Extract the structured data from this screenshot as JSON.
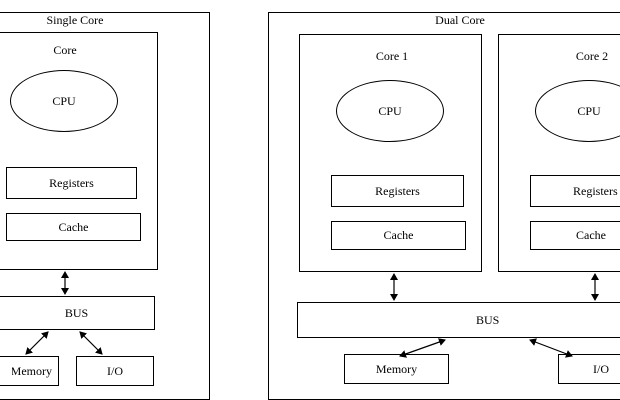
{
  "single": {
    "title": "Single Core",
    "core_label": "Core",
    "cpu": "CPU",
    "registers": "Registers",
    "cache": "Cache",
    "bus": "BUS",
    "memory": "Memory",
    "io": "I/O"
  },
  "dual": {
    "title": "Dual Core",
    "core1_label": "Core 1",
    "core2_label": "Core 2",
    "cpu1": "CPU",
    "cpu2": "CPU",
    "registers1": "Registers",
    "registers2": "Registers",
    "cache1": "Cache",
    "cache2": "Cache",
    "bus": "BUS",
    "memory": "Memory",
    "io": "I/O"
  }
}
